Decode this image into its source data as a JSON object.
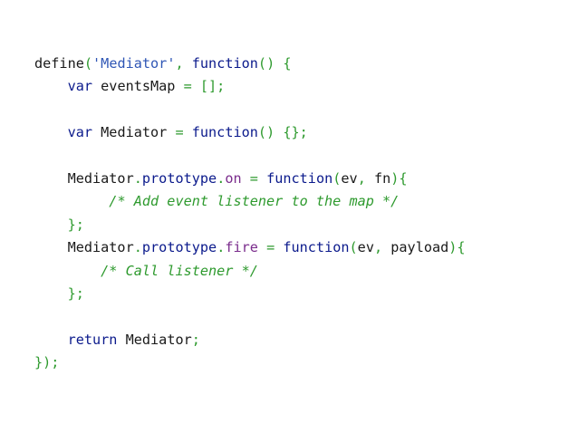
{
  "code": {
    "lines": [
      [
        {
          "t": "define",
          "k": "plain"
        },
        {
          "t": "(",
          "k": "punct"
        },
        {
          "t": "'Mediator'",
          "k": "str"
        },
        {
          "t": ", ",
          "k": "punct"
        },
        {
          "t": "function",
          "k": "kw"
        },
        {
          "t": "() {",
          "k": "punct"
        }
      ],
      [
        {
          "t": "    ",
          "k": "plain"
        },
        {
          "t": "var",
          "k": "kw"
        },
        {
          "t": " eventsMap ",
          "k": "plain"
        },
        {
          "t": "= [];",
          "k": "punct"
        }
      ],
      [],
      [
        {
          "t": "    ",
          "k": "plain"
        },
        {
          "t": "var",
          "k": "kw"
        },
        {
          "t": " Mediator ",
          "k": "plain"
        },
        {
          "t": "= ",
          "k": "punct"
        },
        {
          "t": "function",
          "k": "kw"
        },
        {
          "t": "() {};",
          "k": "punct"
        }
      ],
      [],
      [
        {
          "t": "    Mediator",
          "k": "plain"
        },
        {
          "t": ".",
          "k": "punct"
        },
        {
          "t": "prototype",
          "k": "kw"
        },
        {
          "t": ".",
          "k": "punct"
        },
        {
          "t": "on",
          "k": "prop"
        },
        {
          "t": " = ",
          "k": "punct"
        },
        {
          "t": "function",
          "k": "kw"
        },
        {
          "t": "(",
          "k": "punct"
        },
        {
          "t": "ev",
          "k": "plain"
        },
        {
          "t": ", ",
          "k": "punct"
        },
        {
          "t": "fn",
          "k": "plain"
        },
        {
          "t": "){",
          "k": "punct"
        }
      ],
      [
        {
          "t": "         ",
          "k": "plain"
        },
        {
          "t": "/* Add event listener to the map */",
          "k": "comment"
        }
      ],
      [
        {
          "t": "    ",
          "k": "plain"
        },
        {
          "t": "};",
          "k": "punct"
        }
      ],
      [
        {
          "t": "    Mediator",
          "k": "plain"
        },
        {
          "t": ".",
          "k": "punct"
        },
        {
          "t": "prototype",
          "k": "kw"
        },
        {
          "t": ".",
          "k": "punct"
        },
        {
          "t": "fire",
          "k": "prop"
        },
        {
          "t": " = ",
          "k": "punct"
        },
        {
          "t": "function",
          "k": "kw"
        },
        {
          "t": "(",
          "k": "punct"
        },
        {
          "t": "ev",
          "k": "plain"
        },
        {
          "t": ", ",
          "k": "punct"
        },
        {
          "t": "payload",
          "k": "plain"
        },
        {
          "t": "){",
          "k": "punct"
        }
      ],
      [
        {
          "t": "        ",
          "k": "plain"
        },
        {
          "t": "/* Call listener */",
          "k": "comment"
        }
      ],
      [
        {
          "t": "    ",
          "k": "plain"
        },
        {
          "t": "};",
          "k": "punct"
        }
      ],
      [],
      [
        {
          "t": "    ",
          "k": "plain"
        },
        {
          "t": "return",
          "k": "kw"
        },
        {
          "t": " Mediator",
          "k": "plain"
        },
        {
          "t": ";",
          "k": "punct"
        }
      ],
      [
        {
          "t": "});",
          "k": "punct"
        }
      ]
    ]
  }
}
